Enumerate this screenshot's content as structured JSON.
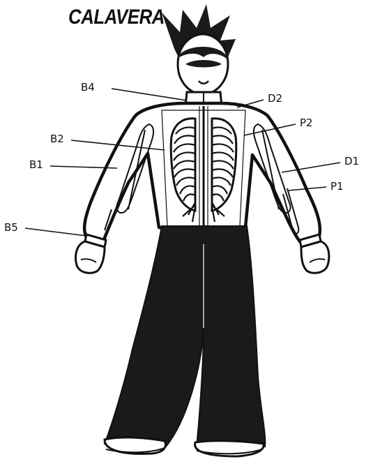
{
  "title": "CALAVERA",
  "callouts": {
    "b4": "B4",
    "d2": "D2",
    "p2": "P2",
    "b2": "B2",
    "b1": "B1",
    "d1": "D1",
    "p1": "P1",
    "b5": "B5"
  },
  "colors": {
    "ink": "#111111",
    "paper": "#ffffff",
    "pants": "#1a1a1a"
  }
}
